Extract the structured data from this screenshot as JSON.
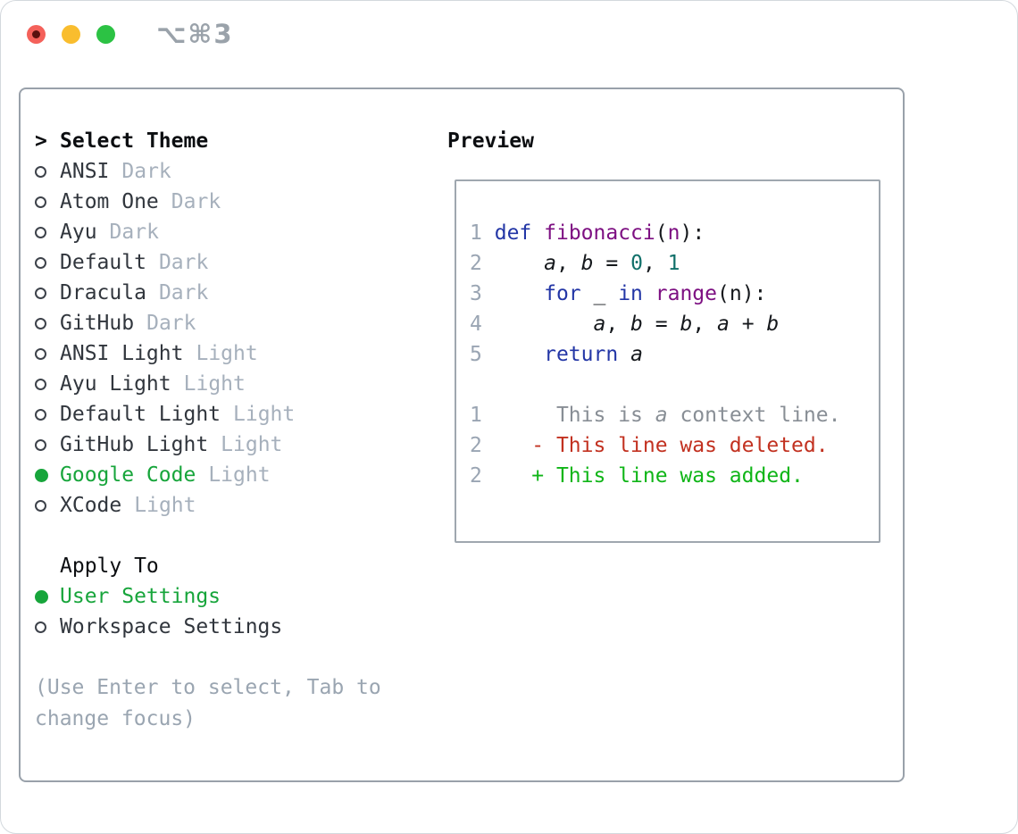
{
  "window": {
    "shortcut_label": "⌥⌘3",
    "traffic_lights": [
      "close",
      "minimize",
      "zoom"
    ]
  },
  "colors": {
    "selection_green": "#17a53b",
    "diff_added_green": "#0fb517",
    "diff_deleted_red": "#c23120",
    "diff_context_gray": "#888e95",
    "syntax_keyword_blue": "#2336a6",
    "syntax_function_purple": "#7d1082",
    "syntax_number_teal": "#11706a",
    "line_number_gray": "#9aa5b3",
    "muted_gray": "#a6b0bc",
    "traffic_red": "#f4615a",
    "traffic_yellow": "#f9bd2e",
    "traffic_green": "#2cc244"
  },
  "panel": {
    "prompt": ">",
    "header": "Select Theme",
    "themes": [
      {
        "name": "ANSI",
        "variant": "Dark",
        "selected": false
      },
      {
        "name": "Atom One",
        "variant": "Dark",
        "selected": false
      },
      {
        "name": "Ayu",
        "variant": "Dark",
        "selected": false
      },
      {
        "name": "Default",
        "variant": "Dark",
        "selected": false
      },
      {
        "name": "Dracula",
        "variant": "Dark",
        "selected": false
      },
      {
        "name": "GitHub",
        "variant": "Dark",
        "selected": false
      },
      {
        "name": "ANSI Light",
        "variant": "Light",
        "selected": false
      },
      {
        "name": "Ayu Light",
        "variant": "Light",
        "selected": false
      },
      {
        "name": "Default Light",
        "variant": "Light",
        "selected": false
      },
      {
        "name": "GitHub Light",
        "variant": "Light",
        "selected": false
      },
      {
        "name": "Google Code",
        "variant": "Light",
        "selected": true
      },
      {
        "name": "XCode",
        "variant": "Light",
        "selected": false
      }
    ],
    "apply_to": {
      "header": "Apply To",
      "options": [
        {
          "label": "User Settings",
          "selected": true
        },
        {
          "label": "Workspace Settings",
          "selected": false
        }
      ]
    },
    "hint": "(Use Enter to select, Tab to change focus)"
  },
  "preview": {
    "header": "Preview",
    "code_lines": [
      [
        {
          "t": "1",
          "c": "ln"
        },
        {
          "t": " ",
          "c": "pl"
        },
        {
          "t": "def",
          "c": "kw"
        },
        {
          "t": " ",
          "c": "pl"
        },
        {
          "t": "fibonacci",
          "c": "fn"
        },
        {
          "t": "(",
          "c": "pl"
        },
        {
          "t": "n",
          "c": "fn"
        },
        {
          "t": "):",
          "c": "pl"
        }
      ],
      [
        {
          "t": "2",
          "c": "ln"
        },
        {
          "t": "     ",
          "c": "pl"
        },
        {
          "t": "a",
          "c": "va"
        },
        {
          "t": ", ",
          "c": "pl"
        },
        {
          "t": "b",
          "c": "va"
        },
        {
          "t": " = ",
          "c": "pl"
        },
        {
          "t": "0",
          "c": "nu"
        },
        {
          "t": ", ",
          "c": "pl"
        },
        {
          "t": "1",
          "c": "nu"
        }
      ],
      [
        {
          "t": "3",
          "c": "ln"
        },
        {
          "t": "     ",
          "c": "pl"
        },
        {
          "t": "for",
          "c": "kw"
        },
        {
          "t": " _ ",
          "c": "pl"
        },
        {
          "t": "in",
          "c": "kw"
        },
        {
          "t": " ",
          "c": "pl"
        },
        {
          "t": "range",
          "c": "fn"
        },
        {
          "t": "(n):",
          "c": "pl"
        }
      ],
      [
        {
          "t": "4",
          "c": "ln"
        },
        {
          "t": "         ",
          "c": "pl"
        },
        {
          "t": "a",
          "c": "va"
        },
        {
          "t": ", ",
          "c": "pl"
        },
        {
          "t": "b",
          "c": "va"
        },
        {
          "t": " = ",
          "c": "pl"
        },
        {
          "t": "b",
          "c": "va"
        },
        {
          "t": ", ",
          "c": "pl"
        },
        {
          "t": "a",
          "c": "va"
        },
        {
          "t": " + ",
          "c": "pl"
        },
        {
          "t": "b",
          "c": "va"
        }
      ],
      [
        {
          "t": "5",
          "c": "ln"
        },
        {
          "t": "     ",
          "c": "pl"
        },
        {
          "t": "return",
          "c": "kw"
        },
        {
          "t": " ",
          "c": "pl"
        },
        {
          "t": "a",
          "c": "va"
        }
      ],
      [],
      [
        {
          "t": "1",
          "c": "ln"
        },
        {
          "t": "      ",
          "c": "pl"
        },
        {
          "t": "This is ",
          "c": "cx"
        },
        {
          "t": "a",
          "c": "cxi"
        },
        {
          "t": " context line.",
          "c": "cx"
        }
      ],
      [
        {
          "t": "2",
          "c": "ln"
        },
        {
          "t": "    ",
          "c": "pl"
        },
        {
          "t": "- This line was deleted.",
          "c": "de"
        }
      ],
      [
        {
          "t": "2",
          "c": "ln"
        },
        {
          "t": "    ",
          "c": "pl"
        },
        {
          "t": "+ This line was added.",
          "c": "ad"
        }
      ]
    ]
  }
}
